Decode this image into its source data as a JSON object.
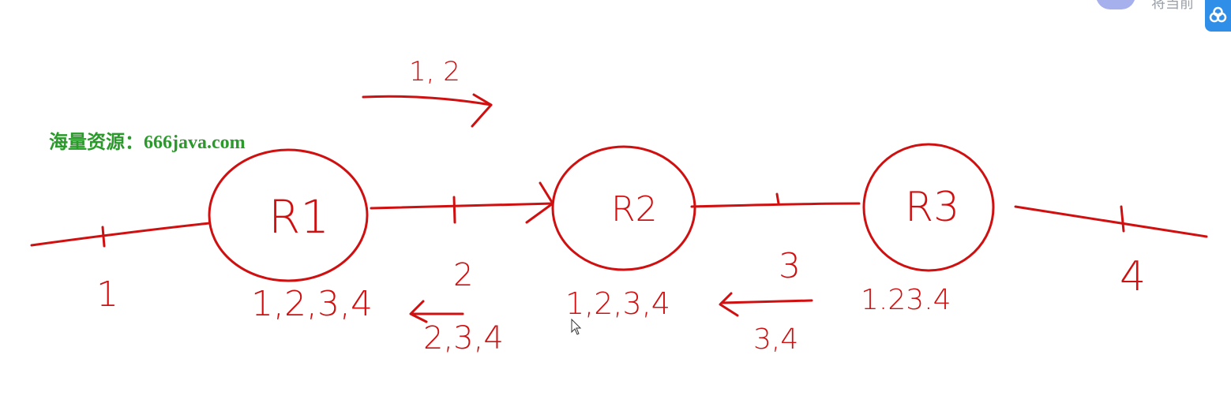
{
  "watermark": {
    "text": "海量资源：666java.com",
    "color": "#2a9a2a"
  },
  "diagram": {
    "ink_color": "#d01010",
    "routers": [
      {
        "id": "r1",
        "label": "R1",
        "routes": "1,2,3,4"
      },
      {
        "id": "r2",
        "label": "R2",
        "routes": "1,2,3,4"
      },
      {
        "id": "r3",
        "label": "R3",
        "routes": "1.23.4"
      }
    ],
    "networks": [
      {
        "id": "net1",
        "label": "1"
      },
      {
        "id": "net2",
        "label": "2"
      },
      {
        "id": "net3",
        "label": "3"
      },
      {
        "id": "net4",
        "label": "4"
      }
    ],
    "updates": [
      {
        "id": "upd-r1-to-r2",
        "label": "1, 2",
        "direction": "right"
      },
      {
        "id": "upd-r2-to-r1",
        "label": "2,3,4",
        "direction": "left"
      },
      {
        "id": "upd-r3-to-r2",
        "label": "3,4",
        "direction": "left"
      }
    ]
  },
  "corner": {
    "badge_icon": "cloud-icon",
    "badge_color": "#2f8fe8",
    "partial_text": "将当前"
  }
}
